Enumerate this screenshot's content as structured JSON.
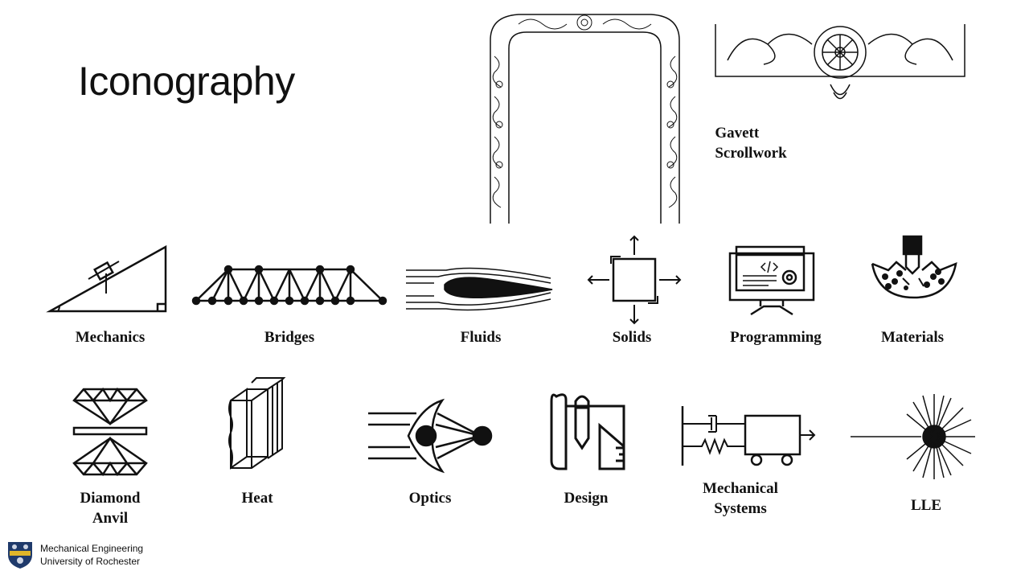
{
  "title": "Iconography",
  "scrollwork_label": [
    "Gavett",
    "Scrollwork"
  ],
  "icons_row1": [
    {
      "label": "Mechanics"
    },
    {
      "label": "Bridges"
    },
    {
      "label": "Fluids"
    },
    {
      "label": "Solids"
    },
    {
      "label": "Programming"
    },
    {
      "label": "Materials"
    }
  ],
  "icons_row2": [
    {
      "label": [
        "Diamond",
        "Anvil"
      ]
    },
    {
      "label": "Heat"
    },
    {
      "label": "Optics"
    },
    {
      "label": "Design"
    },
    {
      "label": [
        "Mechanical",
        "Systems"
      ]
    },
    {
      "label": "LLE"
    }
  ],
  "footer": {
    "line1": "Mechanical Engineering",
    "line2": "University of Rochester"
  },
  "colors": {
    "ink": "#111111",
    "logo_blue": "#1f3a6b",
    "logo_gold": "#e0b62a"
  }
}
